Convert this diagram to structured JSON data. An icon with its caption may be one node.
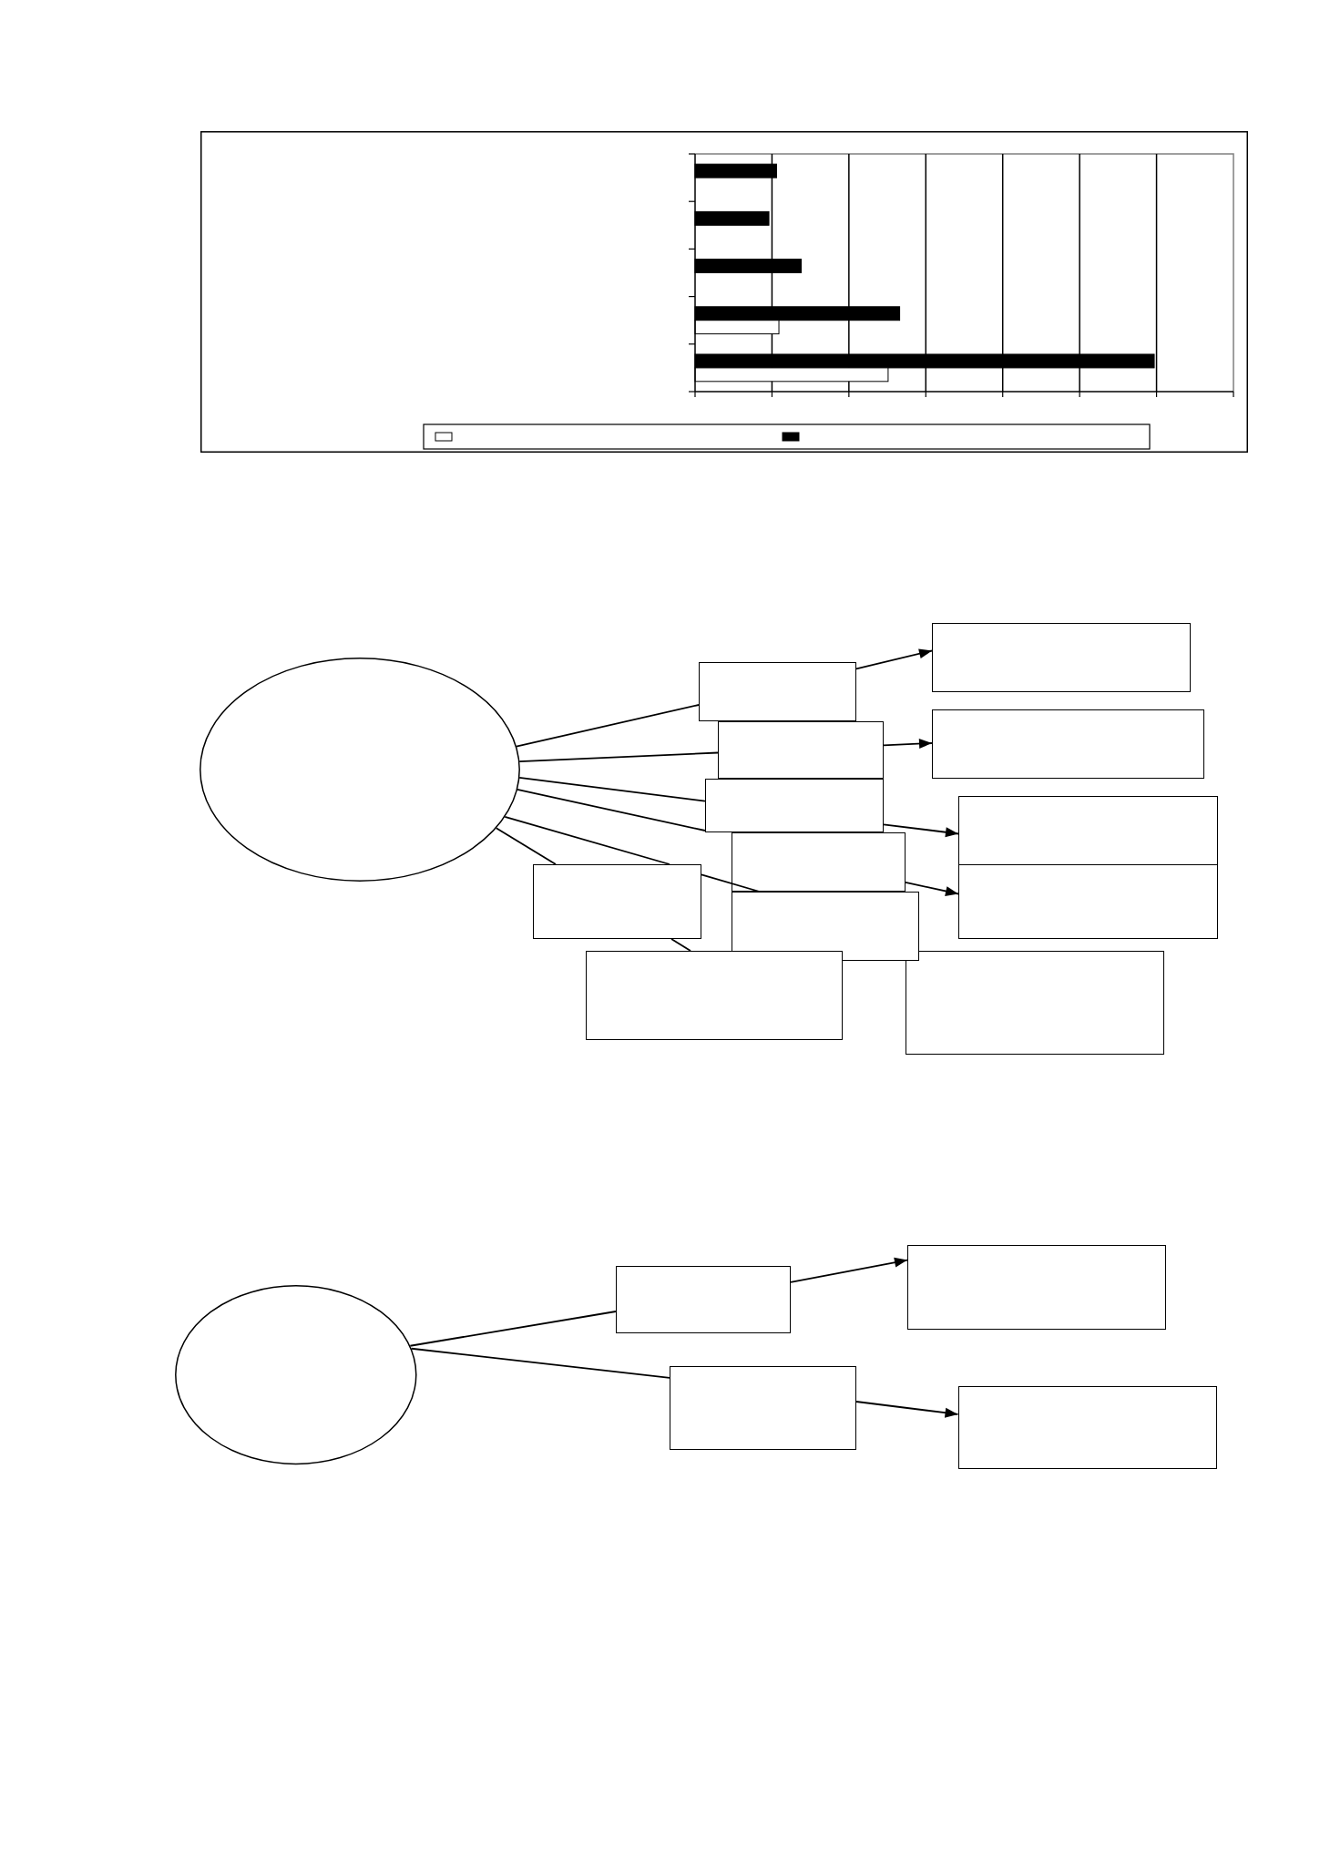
{
  "diagram": {
    "nodes": [
      {
        "text": [],
        "shape": "ellipse"
      },
      {
        "text": [],
        "shape": "box"
      },
      {
        "text": [],
        "shape": "box"
      },
      {
        "text": [],
        "shape": "box"
      },
      {
        "text": [],
        "shape": "box"
      },
      {
        "text": [],
        "shape": "box"
      },
      {
        "text": [],
        "shape": "box"
      },
      {
        "text": [],
        "shape": "box"
      },
      {
        "text": [],
        "shape": "box"
      },
      {
        "text": [],
        "shape": "box"
      },
      {
        "text": [],
        "shape": "box"
      },
      {
        "text": [],
        "shape": "box"
      },
      {
        "text": [],
        "shape": "box"
      },
      {
        "text": [],
        "shape": "ellipse"
      },
      {
        "text": [],
        "shape": "box"
      },
      {
        "text": [],
        "shape": "box"
      },
      {
        "text": [],
        "shape": "box"
      },
      {
        "text": [],
        "shape": "box"
      }
    ],
    "edges": [
      {
        "from": 0,
        "to": 1,
        "arrow": "none"
      },
      {
        "from": 1,
        "to": 2,
        "arrow": "to"
      },
      {
        "from": 0,
        "to": 3,
        "arrow": "none"
      },
      {
        "from": 3,
        "to": 4,
        "arrow": "to"
      },
      {
        "from": 0,
        "to": 5,
        "arrow": "none"
      },
      {
        "from": 5,
        "to": 6,
        "arrow": "to"
      },
      {
        "from": 0,
        "to": 5,
        "arrow": "none"
      },
      {
        "from": 7,
        "to": 8,
        "arrow": "to"
      },
      {
        "from": 0,
        "to": 9,
        "arrow": "none"
      },
      {
        "from": 9,
        "to": 10,
        "arrow": "none"
      },
      {
        "from": 0,
        "to": 9,
        "arrow": "none"
      },
      {
        "from": 9,
        "to": 11,
        "arrow": "none"
      },
      {
        "from": 13,
        "to": 14,
        "arrow": "none"
      },
      {
        "from": 14,
        "to": 15,
        "arrow": "to"
      },
      {
        "from": 13,
        "to": 16,
        "arrow": "none"
      },
      {
        "from": 16,
        "to": 17,
        "arrow": "to"
      }
    ]
  }
}
